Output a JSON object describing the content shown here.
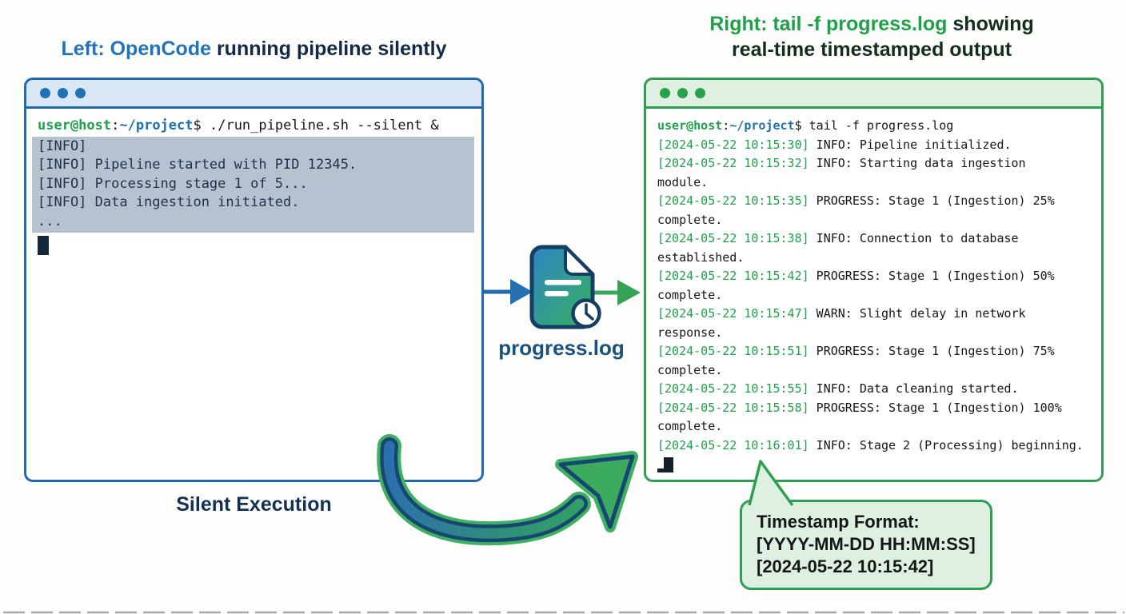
{
  "left_panel": {
    "title": {
      "highlight": "Left: OpenCode",
      "rest": " running pipeline silently"
    },
    "terminal": {
      "prompt": {
        "user": "user@host",
        "colon": ":",
        "path": "~/project",
        "dollar": "$",
        "command": " ./run_pipeline.sh --silent &"
      },
      "highlighted_lines": [
        "[INFO]",
        "[INFO] Pipeline started with PID 12345.",
        "[INFO] Processing stage 1 of 5...",
        "[INFO] Data ingestion initiated.",
        "..."
      ]
    },
    "caption": "Silent Execution"
  },
  "middle": {
    "file_label": "progress.log"
  },
  "right_panel": {
    "title": {
      "prefix": "Right: ",
      "bold": "tail -f progress.log",
      "suffix": " showing",
      "line2": "real-time timestamped output"
    },
    "terminal": {
      "prompt": {
        "user": "user@host",
        "colon": ":",
        "path": "~/project",
        "dollar": "$",
        "command": " tail -f progress.log"
      },
      "log_lines": [
        {
          "ts": "[2024-05-22 10:15:30]",
          "text": " INFO: Pipeline initialized."
        },
        {
          "ts": "[2024-05-22 10:15:32]",
          "text": " INFO: Starting data ingestion"
        },
        {
          "ts": "",
          "text": "module."
        },
        {
          "ts": "[2024-05-22 10:15:35]",
          "text": " PROGRESS: Stage 1 (Ingestion) 25%"
        },
        {
          "ts": "",
          "text": "complete."
        },
        {
          "ts": "[2024-05-22 10:15:38]",
          "text": " INFO: Connection to database"
        },
        {
          "ts": "",
          "text": "established."
        },
        {
          "ts": "[2024-05-22 10:15:42]",
          "text": " PROGRESS: Stage 1 (Ingestion) 50%"
        },
        {
          "ts": "",
          "text": "complete."
        },
        {
          "ts": "[2024-05-22 10:15:47]",
          "text": " WARN: Slight delay in network"
        },
        {
          "ts": "",
          "text": "response."
        },
        {
          "ts": "[2024-05-22 10:15:51]",
          "text": " PROGRESS: Stage 1 (Ingestion) 75%"
        },
        {
          "ts": "",
          "text": "complete."
        },
        {
          "ts": "[2024-05-22 10:15:55]",
          "text": " INFO: Data cleaning started."
        },
        {
          "ts": "[2024-05-22 10:15:58]",
          "text": " PROGRESS: Stage 1 (Ingestion) 100%"
        },
        {
          "ts": "",
          "text": "complete."
        },
        {
          "ts": "[2024-05-22 10:16:01]",
          "text": " INFO: Stage 2 (Processing) beginning."
        }
      ]
    }
  },
  "callout": {
    "lines": [
      "Timestamp Format:",
      "[YYYY-MM-DD HH:MM:SS]",
      "[2024-05-22 10:15:42]"
    ]
  },
  "colors": {
    "blue_accent": "#2268ae",
    "blue_titlebar": "#d9e7f6",
    "blue_dot": "#1f72b8",
    "green_accent": "#2f9e52",
    "green_titlebar": "#def0e2",
    "green_dot": "#2aa04e",
    "prompt_green": "#1da149",
    "path_blue": "#1f6fb5",
    "terminal_text": "#161616",
    "highlight_bg": "#b7c2d0",
    "title_blue": "#2273b9",
    "title_dark": "#142947",
    "title_green": "#1fa14b",
    "title_dark_green": "#122e1c",
    "file_label_color": "#1a5080",
    "caption_color": "#143054",
    "callout_bg": "#ddf0e1",
    "doc_navy": "#143e63"
  }
}
